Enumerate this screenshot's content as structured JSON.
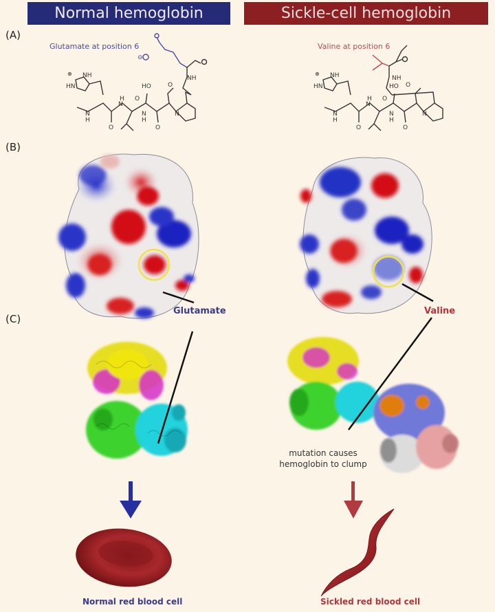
{
  "headers": {
    "normal": "Normal hemoglobin",
    "sickle": "Sickle-cell hemoglobin"
  },
  "panels": {
    "a": "(A)",
    "b": "(B)",
    "c": "(C)"
  },
  "structures": {
    "normal_caption": "Glutamate at position 6",
    "sickle_caption": "Valine at position 6",
    "atoms": {
      "nh": "NH",
      "hn": "HN",
      "h": "H",
      "n": "N",
      "o": "O",
      "ho": "HO",
      "charge_plus": "⊕",
      "charge_minus": "⊖"
    }
  },
  "surface": {
    "normal_callout": "Glutamate",
    "sickle_callout": "Valine"
  },
  "ribbon": {
    "clump_note_line1": "mutation causes",
    "clump_note_line2": "hemoglobin to clump"
  },
  "cells": {
    "normal_label": "Normal red blood cell",
    "sickle_label": "Sickled red blood cell"
  },
  "colors": {
    "background": "#fdf4e8",
    "normal_accent": "#262b78",
    "sickle_accent": "#8c1f22",
    "cell_red": "#9a2226",
    "highlight_ring": "#f0e24a"
  }
}
